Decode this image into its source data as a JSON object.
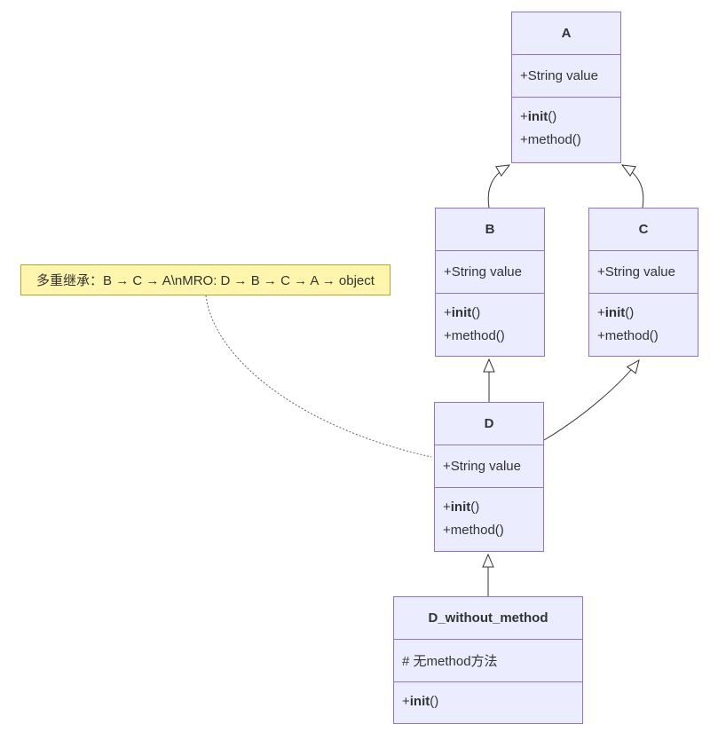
{
  "diagram": {
    "title": "python-multiple-inheritance-class-diagram",
    "colors": {
      "class_fill": "#ECECFF",
      "class_border": "#9370DB",
      "note_fill": "#FFF5AD",
      "note_border": "#AAAA33",
      "edge_color": "#333333",
      "note_edge_color": "#666666",
      "text_color": "#333333"
    },
    "classes": [
      {
        "name": "A",
        "attributes": [
          "+String value"
        ],
        "methods": [
          "+**init**()",
          "+method()"
        ]
      },
      {
        "name": "B",
        "attributes": [
          "+String value"
        ],
        "methods": [
          "+**init**()",
          "+method()"
        ]
      },
      {
        "name": "C",
        "attributes": [
          "+String value"
        ],
        "methods": [
          "+**init**()",
          "+method()"
        ]
      },
      {
        "name": "D",
        "attributes": [
          "+String value"
        ],
        "methods": [
          "+**init**()",
          "+method()"
        ]
      },
      {
        "name": "D_without_method",
        "attributes": [
          "# 无method方法"
        ],
        "methods": [
          "+**init**()"
        ]
      }
    ],
    "note": {
      "text": "多重继承：B → C → A\\nMRO: D → B → C → A → object"
    },
    "relations": [
      {
        "from": "B",
        "to": "A",
        "type": "inheritance"
      },
      {
        "from": "C",
        "to": "A",
        "type": "inheritance"
      },
      {
        "from": "D",
        "to": "B",
        "type": "inheritance"
      },
      {
        "from": "D",
        "to": "C",
        "type": "inheritance"
      },
      {
        "from": "D_without_method",
        "to": "D",
        "type": "inheritance"
      },
      {
        "from": "note",
        "to": "D",
        "type": "note-link"
      }
    ]
  }
}
